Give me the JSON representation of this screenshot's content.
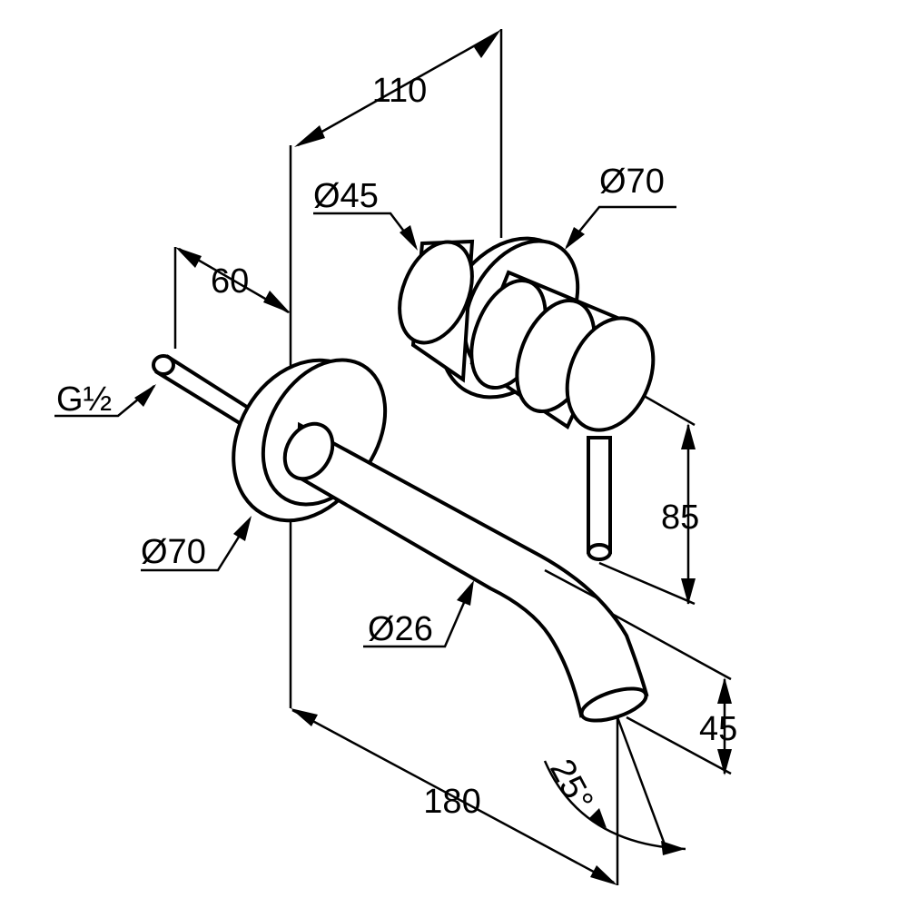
{
  "drawing": {
    "product": "wall-mounted basin mixer (technical dimension drawing)",
    "units": "mm",
    "dimensions": {
      "projection_handle": "110",
      "handle_body_diameter": "Ø45",
      "handle_rosette_diameter": "Ø70",
      "spout_rosette_depth": "60",
      "connection_thread": "G½",
      "spout_rosette_diameter": "Ø70",
      "spout_diameter": "Ø26",
      "handle_to_spout_height": "85",
      "spout_outlet_height": "45",
      "spout_projection": "180",
      "spout_angle": "25°"
    }
  }
}
